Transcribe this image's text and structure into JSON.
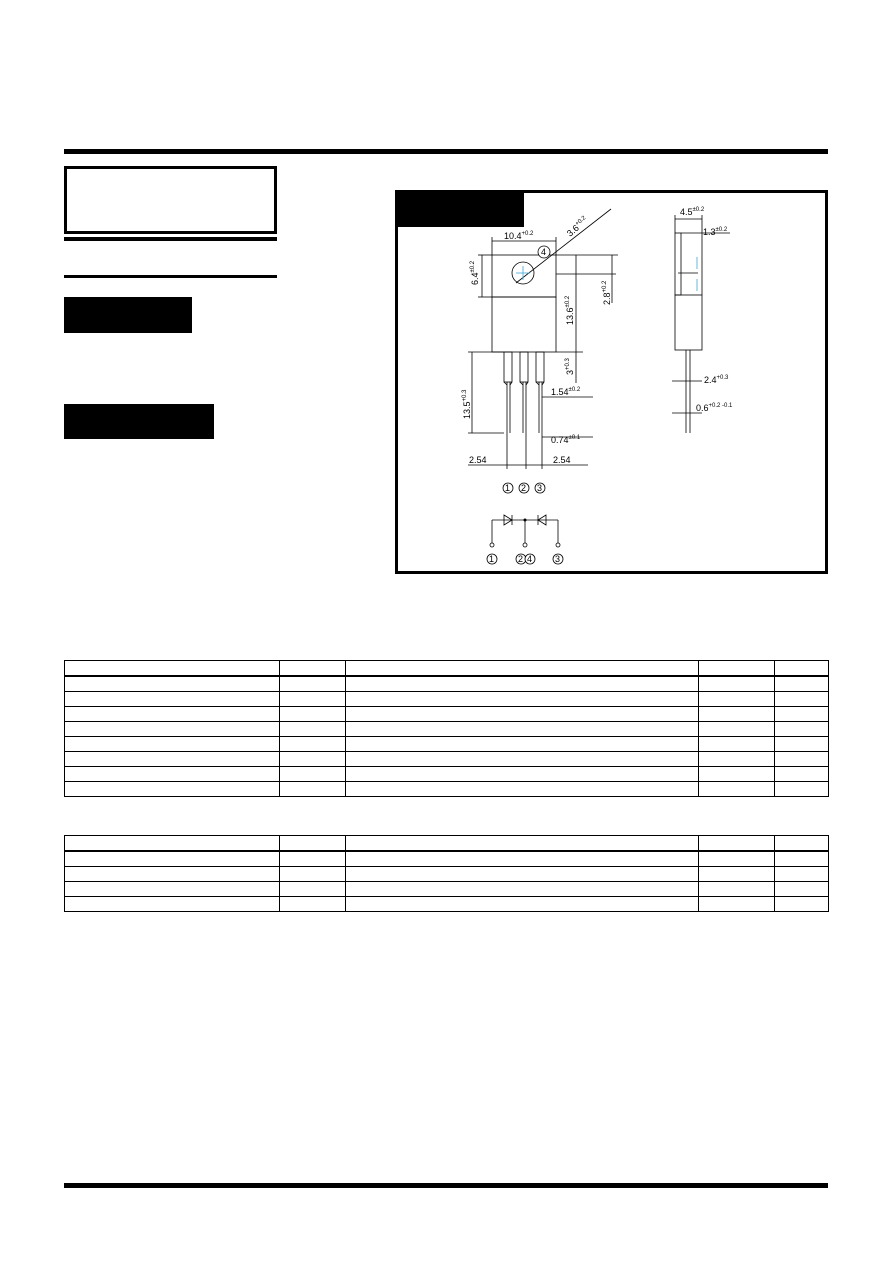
{
  "package_drawing": {
    "dimensions": {
      "width": "10.4",
      "width_tol": "+0.2",
      "hole": "3.6",
      "hole_tol": "+0.2",
      "tab_h": "6.4",
      "tab_h_tol": "±0.2",
      "body_h": "13.6",
      "body_h_tol": "±0.2",
      "hole_pos": "2.8",
      "hole_pos_tol": "+0.2",
      "lead_bend": "3",
      "lead_bend_tol": "+0.3",
      "lead_len": "13.5",
      "lead_len_tol": "+0.3",
      "lead_w": "1.54",
      "lead_w_tol": "±0.2",
      "lead_t": "0.74",
      "lead_t_tol": "±0.1",
      "pitch_left": "2.54",
      "pitch_right": "2.54",
      "depth": "4.5",
      "depth_tol": "±0.2",
      "tab_t": "1.3",
      "tab_t_tol": "±0.2",
      "lead_side": "2.4",
      "lead_side_tol": "+0.3",
      "lead_side_t": "0.6",
      "lead_side_t_tol": "+0.2 -0.1"
    },
    "pin_labels": [
      "1",
      "2",
      "3"
    ],
    "tab_label": "4",
    "schematic_pins": [
      "1",
      "2",
      "4",
      "3"
    ]
  },
  "table1": {
    "rows": 8,
    "columns": 5
  },
  "table2": {
    "rows": 4,
    "columns": 5
  }
}
